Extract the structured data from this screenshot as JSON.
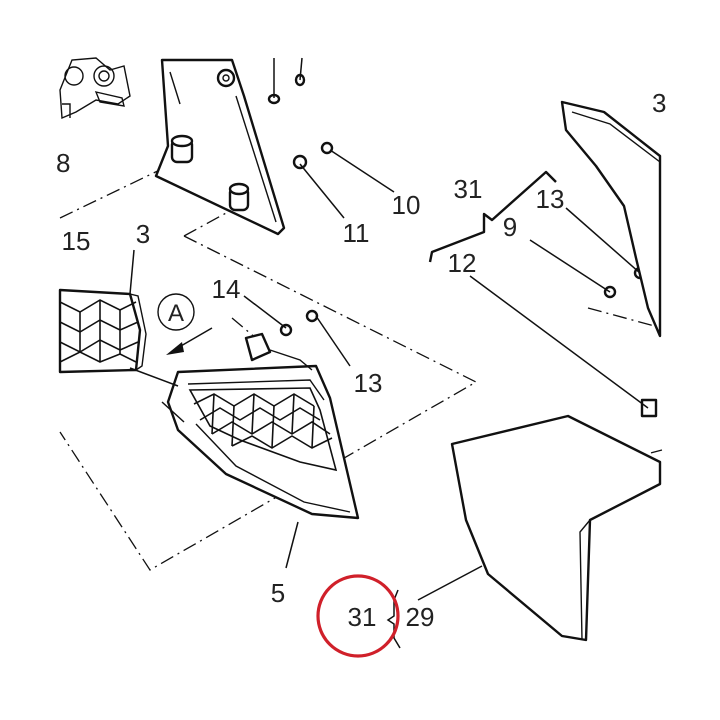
{
  "labels": {
    "l3a": "3",
    "l3b": "3",
    "l15": "15",
    "l14": "14",
    "l13a": "13",
    "l13b": "13",
    "l10": "10",
    "l11": "11",
    "l31a": "31",
    "l31b": "31",
    "l9": "9",
    "l12": "12",
    "l5": "5",
    "l29": "29",
    "l8": "8",
    "viewA": "A"
  },
  "highlight_color": "#d0202a"
}
